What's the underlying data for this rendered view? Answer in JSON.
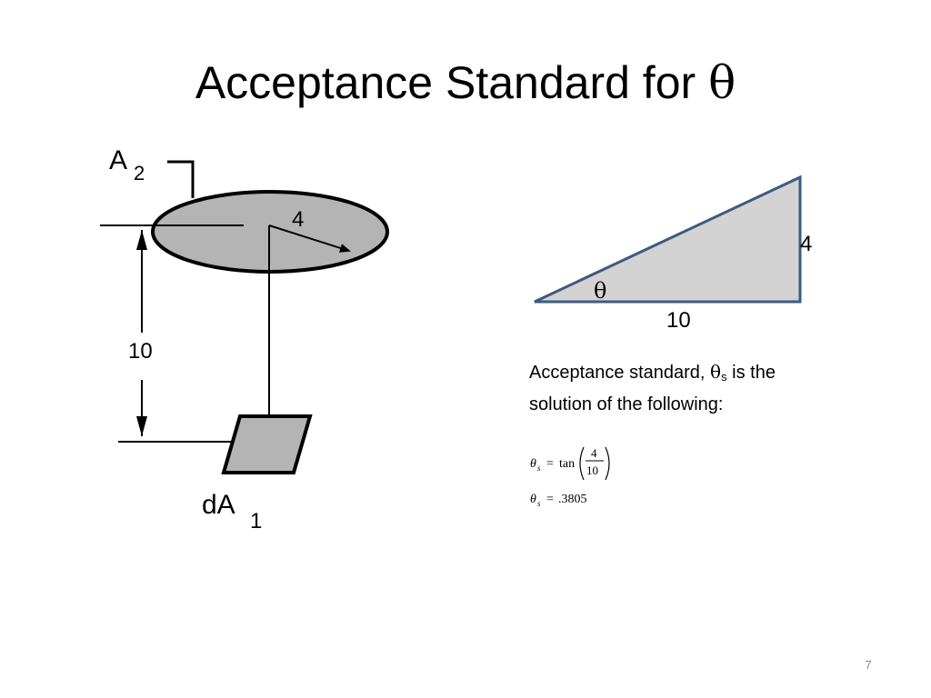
{
  "slide": {
    "title": "Acceptance Standard for",
    "title_symbol": "θ",
    "page_number": "7"
  },
  "geometry_figure": {
    "disk_label_letter": "A",
    "disk_label_sub": "2",
    "element_label_prefix": "dA",
    "element_label_sub": "1",
    "radius_label": "4",
    "height_label": "10",
    "colors": {
      "fill": "#b4b4b4",
      "outline": "#000000"
    }
  },
  "triangle": {
    "angle_label": "θ",
    "opposite_label": "4",
    "adjacent_label": "10",
    "colors": {
      "fill": "#d3d3d3",
      "stroke": "#3e5a7e"
    }
  },
  "description": {
    "text_before": "Acceptance standard,",
    "symbol": "θ",
    "symbol_sub": "s",
    "text_after": "is the solution of the following:"
  },
  "equations": {
    "eq1": {
      "lhs": "θ",
      "lhs_sub": "s",
      "op": "=",
      "func": "tan",
      "numerator": "4",
      "denominator": "10"
    },
    "eq2": {
      "lhs": "θ",
      "lhs_sub": "s",
      "op": "=",
      "value": ".3805"
    }
  }
}
